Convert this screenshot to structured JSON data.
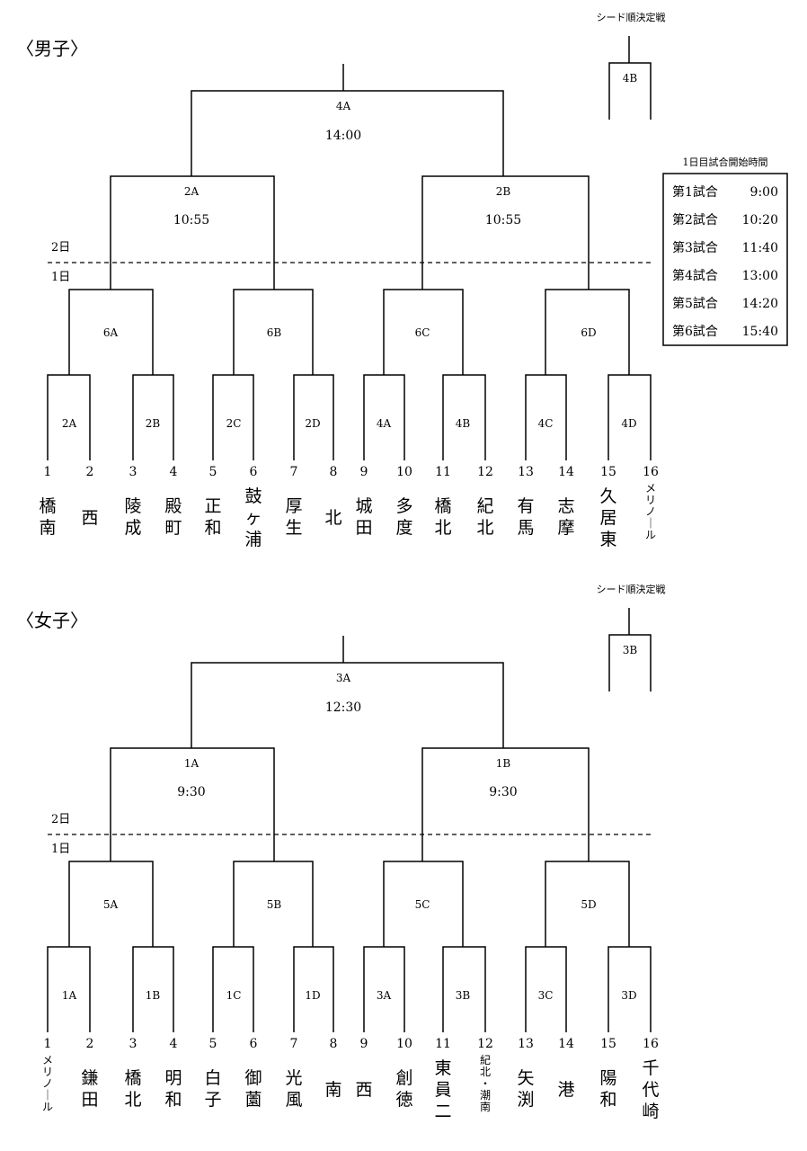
{
  "schedule": {
    "title": "1日目試合開始時間",
    "rows": [
      {
        "label": "第1試合",
        "time": "9:00"
      },
      {
        "label": "第2試合",
        "time": "10:20"
      },
      {
        "label": "第3試合",
        "time": "11:40"
      },
      {
        "label": "第4試合",
        "time": "13:00"
      },
      {
        "label": "第5試合",
        "time": "14:20"
      },
      {
        "label": "第6試合",
        "time": "15:40"
      }
    ]
  },
  "brackets": [
    {
      "heading": "〈男子〉",
      "seed_title": "シード順決定戦",
      "seed_match": "4B",
      "day2": "2日",
      "day1": "1日",
      "final": {
        "code": "4A",
        "time": "14:00"
      },
      "semis": [
        {
          "code": "2A",
          "time": "10:55"
        },
        {
          "code": "2B",
          "time": "10:55"
        }
      ],
      "quarters": [
        "6A",
        "6B",
        "6C",
        "6D"
      ],
      "round1": [
        "2A",
        "2B",
        "2C",
        "2D",
        "4A",
        "4B",
        "4C",
        "4D"
      ],
      "teams": [
        {
          "num": "1",
          "name": "橋南"
        },
        {
          "num": "2",
          "name": "西"
        },
        {
          "num": "3",
          "name": "陵成"
        },
        {
          "num": "4",
          "name": "殿町"
        },
        {
          "num": "5",
          "name": "正和"
        },
        {
          "num": "6",
          "name": "鼓ヶ浦"
        },
        {
          "num": "7",
          "name": "厚生"
        },
        {
          "num": "8",
          "name": "北"
        },
        {
          "num": "9",
          "name": "城田"
        },
        {
          "num": "10",
          "name": "多度"
        },
        {
          "num": "11",
          "name": "橋北"
        },
        {
          "num": "12",
          "name": "紀北"
        },
        {
          "num": "13",
          "name": "有馬"
        },
        {
          "num": "14",
          "name": "志摩"
        },
        {
          "num": "15",
          "name": "久居東"
        },
        {
          "num": "16",
          "name": "メリノール"
        }
      ]
    },
    {
      "heading": "〈女子〉",
      "seed_title": "シード順決定戦",
      "seed_match": "3B",
      "day2": "2日",
      "day1": "1日",
      "final": {
        "code": "3A",
        "time": "12:30"
      },
      "semis": [
        {
          "code": "1A",
          "time": "9:30"
        },
        {
          "code": "1B",
          "time": "9:30"
        }
      ],
      "quarters": [
        "5A",
        "5B",
        "5C",
        "5D"
      ],
      "round1": [
        "1A",
        "1B",
        "1C",
        "1D",
        "3A",
        "3B",
        "3C",
        "3D"
      ],
      "teams": [
        {
          "num": "1",
          "name": "メリノール"
        },
        {
          "num": "2",
          "name": "鎌田"
        },
        {
          "num": "3",
          "name": "橋北"
        },
        {
          "num": "4",
          "name": "明和"
        },
        {
          "num": "5",
          "name": "白子"
        },
        {
          "num": "6",
          "name": "御薗"
        },
        {
          "num": "7",
          "name": "光風"
        },
        {
          "num": "8",
          "name": "南"
        },
        {
          "num": "9",
          "name": "西"
        },
        {
          "num": "10",
          "name": "創徳"
        },
        {
          "num": "11",
          "name": "東員二"
        },
        {
          "num": "12",
          "name": "紀北・潮南"
        },
        {
          "num": "13",
          "name": "矢渕"
        },
        {
          "num": "14",
          "name": "港"
        },
        {
          "num": "15",
          "name": "陽和"
        },
        {
          "num": "16",
          "name": "千代崎"
        }
      ]
    }
  ]
}
